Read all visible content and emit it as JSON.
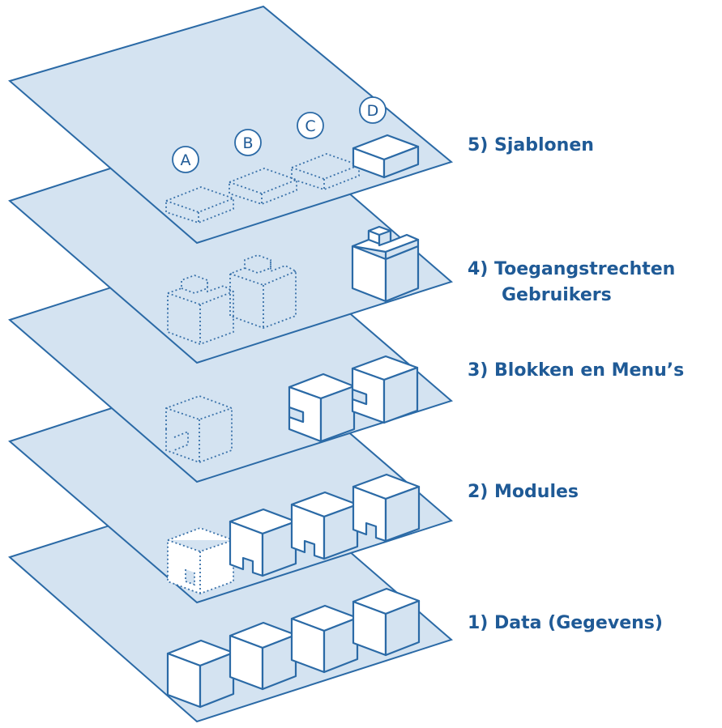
{
  "colors": {
    "plane_fill": "#d4e3f1",
    "line": "#2b6aa6",
    "label_text": "#1f5a96"
  },
  "layers": [
    {
      "label": "5) Sjablonen"
    },
    {
      "label": "4) Toegangstrechten",
      "label2": "Gebruikers"
    },
    {
      "label": "3) Blokken en Menu’s"
    },
    {
      "label": "2) Modules"
    },
    {
      "label": "1) Data (Gegevens)"
    }
  ],
  "template_letters": [
    "A",
    "B",
    "C",
    "D"
  ]
}
